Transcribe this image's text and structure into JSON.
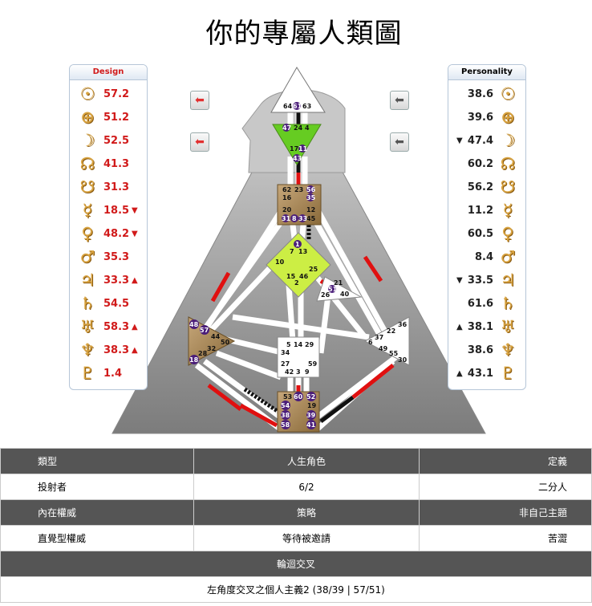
{
  "title": "你的專屬人類圖",
  "design": {
    "header": "Design",
    "rows": [
      {
        "planet": "sun-icon",
        "glyph": "☉",
        "value": "57.2",
        "mark": ""
      },
      {
        "planet": "earth-icon",
        "glyph": "⊕",
        "value": "51.2",
        "mark": ""
      },
      {
        "planet": "moon-icon",
        "glyph": "☽",
        "value": "52.5",
        "mark": ""
      },
      {
        "planet": "north-node-icon",
        "glyph": "☊",
        "value": "41.3",
        "mark": ""
      },
      {
        "planet": "south-node-icon",
        "glyph": "☋",
        "value": "31.3",
        "mark": ""
      },
      {
        "planet": "mercury-icon",
        "glyph": "☿",
        "value": "18.5",
        "mark": "▼"
      },
      {
        "planet": "venus-icon",
        "glyph": "♀",
        "value": "48.2",
        "mark": "▼"
      },
      {
        "planet": "mars-icon",
        "glyph": "♂",
        "value": "35.3",
        "mark": ""
      },
      {
        "planet": "jupiter-icon",
        "glyph": "♃",
        "value": "33.3",
        "mark": "▲"
      },
      {
        "planet": "saturn-icon",
        "glyph": "♄",
        "value": "54.5",
        "mark": ""
      },
      {
        "planet": "uranus-icon",
        "glyph": "♅",
        "value": "58.3",
        "mark": "▲"
      },
      {
        "planet": "neptune-icon",
        "glyph": "♆",
        "value": "38.3",
        "mark": "▲"
      },
      {
        "planet": "pluto-icon",
        "glyph": "♇",
        "value": "1.4",
        "mark": ""
      }
    ]
  },
  "personality": {
    "header": "Personality",
    "rows": [
      {
        "planet": "sun-icon",
        "glyph": "☉",
        "value": "38.6",
        "mark": ""
      },
      {
        "planet": "earth-icon",
        "glyph": "⊕",
        "value": "39.6",
        "mark": ""
      },
      {
        "planet": "moon-icon",
        "glyph": "☽",
        "value": "47.4",
        "mark": "▼"
      },
      {
        "planet": "north-node-icon",
        "glyph": "☊",
        "value": "60.2",
        "mark": ""
      },
      {
        "planet": "south-node-icon",
        "glyph": "☋",
        "value": "56.2",
        "mark": ""
      },
      {
        "planet": "mercury-icon",
        "glyph": "☿",
        "value": "11.2",
        "mark": ""
      },
      {
        "planet": "venus-icon",
        "glyph": "♀",
        "value": "60.5",
        "mark": ""
      },
      {
        "planet": "mars-icon",
        "glyph": "♂",
        "value": "8.4",
        "mark": ""
      },
      {
        "planet": "jupiter-icon",
        "glyph": "♃",
        "value": "33.5",
        "mark": "▼"
      },
      {
        "planet": "saturn-icon",
        "glyph": "♄",
        "value": "61.6",
        "mark": ""
      },
      {
        "planet": "uranus-icon",
        "glyph": "♅",
        "value": "38.1",
        "mark": "▲"
      },
      {
        "planet": "neptune-icon",
        "glyph": "♆",
        "value": "38.6",
        "mark": ""
      },
      {
        "planet": "pluto-icon",
        "glyph": "♇",
        "value": "43.1",
        "mark": "▲"
      }
    ]
  },
  "nav_arrows": {
    "glyph": "⬅"
  },
  "bodygraph": {
    "colors": {
      "defined_center": "#a88a5a",
      "head_open": "#ffffff",
      "ajna_defined": "#66cc22",
      "g_defined": "#ccee44",
      "design_red": "#e01010",
      "personality_black": "#111111",
      "gate_badge": "#4b1e7a",
      "body_gray": "#9a9a9a"
    },
    "gates": {
      "head": [
        "64",
        "61",
        "63"
      ],
      "ajna": [
        "47",
        "24",
        "4",
        "17",
        "11",
        "43"
      ],
      "throat": [
        "62",
        "23",
        "56",
        "16",
        "35",
        "20",
        "12",
        "31",
        "8",
        "33",
        "45"
      ],
      "g": [
        "1",
        "7",
        "13",
        "10",
        "25",
        "15",
        "46",
        "2"
      ],
      "ego": [
        "21",
        "51",
        "26",
        "40"
      ],
      "spleen": [
        "48",
        "57",
        "44",
        "50",
        "32",
        "28",
        "18"
      ],
      "sacral": [
        "5",
        "14",
        "29",
        "34",
        "27",
        "59",
        "42",
        "3",
        "9"
      ],
      "solar_plexus": [
        "36",
        "22",
        "37",
        "6",
        "49",
        "55",
        "30"
      ],
      "root": [
        "53",
        "60",
        "52",
        "54",
        "19",
        "38",
        "39",
        "58",
        "41"
      ]
    }
  },
  "table": {
    "rows": [
      {
        "type": "header",
        "cells": [
          "類型",
          "人生角色",
          "定義"
        ]
      },
      {
        "type": "value",
        "cells": [
          "投射者",
          "6/2",
          "二分人"
        ]
      },
      {
        "type": "header",
        "cells": [
          "內在權威",
          "策略",
          "非自己主題"
        ]
      },
      {
        "type": "value",
        "cells": [
          "直覺型權威",
          "等待被邀請",
          "苦澀"
        ]
      },
      {
        "type": "header-span",
        "cells": [
          "輪迴交叉"
        ]
      },
      {
        "type": "value-span",
        "cells": [
          "左角度交叉之個人主義2 (38/39 | 57/51)"
        ]
      }
    ]
  }
}
